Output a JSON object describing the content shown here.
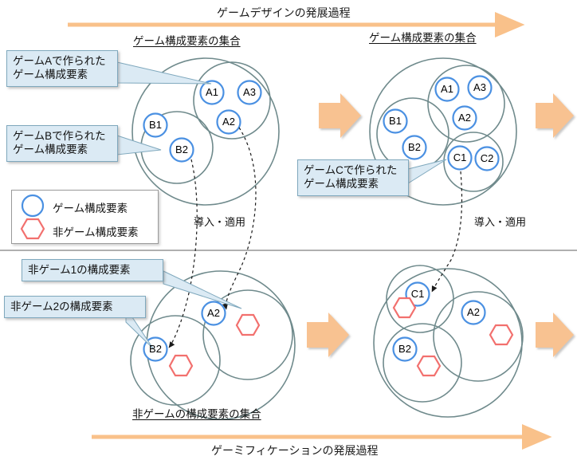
{
  "diagram": {
    "top_axis_label": "ゲームデザインの発展過程",
    "bottom_axis_label": "ゲーミフィケーションの発展過程",
    "set_title_game": "ゲーム構成要素の集合",
    "set_title_game_right": "ゲーム構成要素の集合",
    "set_title_nongame": "非ゲームの構成要素の集合",
    "apply_label_left": "導入・適用",
    "apply_label_right": "導入・適用"
  },
  "legend": {
    "items": [
      {
        "shape": "circle",
        "color": "#4a90e2",
        "label": "ゲーム構成要素"
      },
      {
        "shape": "hexagon",
        "color": "#f2706e",
        "label": "非ゲーム構成要素"
      }
    ]
  },
  "callouts": [
    {
      "id": "callout-game-a",
      "line1": "ゲームAで作られた",
      "line2": "ゲーム構成要素"
    },
    {
      "id": "callout-game-b",
      "line1": "ゲームBで作られた",
      "line2": "ゲーム構成要素"
    },
    {
      "id": "callout-game-c",
      "line1": "ゲームCで作られた",
      "line2": "ゲーム構成要素"
    },
    {
      "id": "callout-nongame-1",
      "line1": "非ゲーム1の構成要素",
      "line2": ""
    },
    {
      "id": "callout-nongame-2",
      "line1": "非ゲーム2の構成要素",
      "line2": ""
    }
  ],
  "quadrants": {
    "top_left": {
      "nodes": [
        {
          "id": "A1",
          "label": "A1"
        },
        {
          "id": "A3",
          "label": "A3"
        },
        {
          "id": "A2",
          "label": "A2"
        },
        {
          "id": "B1",
          "label": "B1"
        },
        {
          "id": "B2",
          "label": "B2"
        }
      ]
    },
    "top_right": {
      "nodes": [
        {
          "id": "A1",
          "label": "A1"
        },
        {
          "id": "A3",
          "label": "A3"
        },
        {
          "id": "A2",
          "label": "A2"
        },
        {
          "id": "B1",
          "label": "B1"
        },
        {
          "id": "B2",
          "label": "B2"
        },
        {
          "id": "C1",
          "label": "C1"
        },
        {
          "id": "C2",
          "label": "C2"
        }
      ]
    },
    "bottom_left": {
      "nodes": [
        {
          "id": "A2",
          "label": "A2"
        },
        {
          "id": "B2",
          "label": "B2"
        }
      ]
    },
    "bottom_right": {
      "nodes": [
        {
          "id": "C1",
          "label": "C1"
        },
        {
          "id": "A2",
          "label": "A2"
        },
        {
          "id": "B2",
          "label": "B2"
        }
      ]
    }
  },
  "colors": {
    "arrow_orange": "#f9c18a",
    "block_arrow": "#f8c291",
    "set_outline": "#6f8a8c",
    "game_element": "#4a90e2",
    "nongame_element": "#f2706e",
    "callout_fill": "#dbeaf4",
    "callout_border": "#7fa8bd"
  }
}
